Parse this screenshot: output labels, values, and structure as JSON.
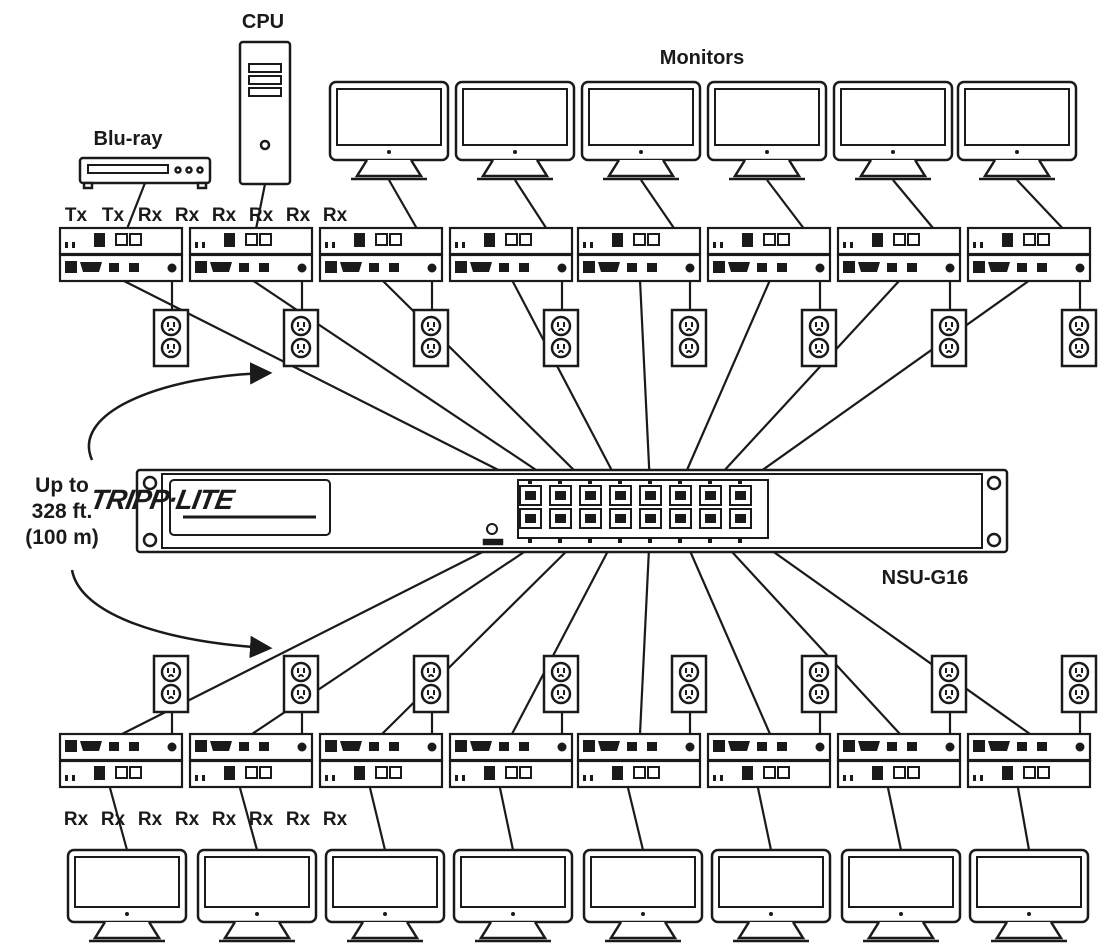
{
  "labels": {
    "cpu": "CPU",
    "monitors": "Monitors",
    "bluray": "Blu-ray",
    "distance_line1": "Up to",
    "distance_line2": "328 ft.",
    "distance_line3": "(100 m)",
    "model": "NSU-G16",
    "brand": "TRIPP·LITE"
  },
  "top_unit_labels": [
    "Tx",
    "Tx",
    "Rx",
    "Rx",
    "Rx",
    "Rx",
    "Rx",
    "Rx"
  ],
  "bottom_unit_labels": [
    "Rx",
    "Rx",
    "Rx",
    "Rx",
    "Rx",
    "Rx",
    "Rx",
    "Rx"
  ],
  "colors": {
    "line": "#1a1a1a",
    "fill": "#ffffff"
  }
}
